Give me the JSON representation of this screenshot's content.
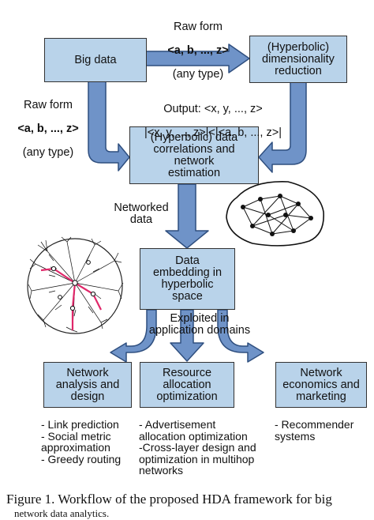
{
  "colors": {
    "box_fill": "#b9d3ea",
    "arrow_fill": "#6f93c8",
    "arrow_stroke": "#2f4f7f",
    "highlight": "#e0286a"
  },
  "boxes": {
    "big_data": "Big data",
    "dim_reduction": "(Hyperbolic)\ndimensionality\nreduction",
    "correlations": "(Hyperbolic) data\ncorrelations and\nnetwork\nestimation",
    "embedding": "Data\nembedding in\nhyperbolic\nspace",
    "net_analysis": "Network\nanalysis and\ndesign",
    "resource_alloc": "Resource\nallocation\noptimization",
    "net_econ": "Network\neconomics and\nmarketing"
  },
  "labels": {
    "raw_top_1": "Raw form",
    "raw_top_2": "<a, b, ..., z>",
    "raw_top_3": "(any type)",
    "raw_left_1": "Raw form",
    "raw_left_2": "<a, b, ..., z>",
    "raw_left_3": "(any type)",
    "output_1": "Output: <x, y, ..., z>",
    "output_2": "|<x, y, ..., z>|<|<a, b, ..., z>|",
    "networked": "Networked\ndata",
    "exploited": "Exploited in\napplication domains"
  },
  "lists": {
    "net_analysis": "- Link prediction\n- Social metric\n  approximation\n- Greedy routing",
    "resource_alloc": "- Advertisement\nallocation optimization\n-Cross-layer design and\noptimization in multihop\nnetworks",
    "net_econ": "- Recommender\n  systems"
  },
  "caption": {
    "line1": "Figure 1. Workflow of the proposed HDA framework for big",
    "line2": "network data analytics."
  }
}
